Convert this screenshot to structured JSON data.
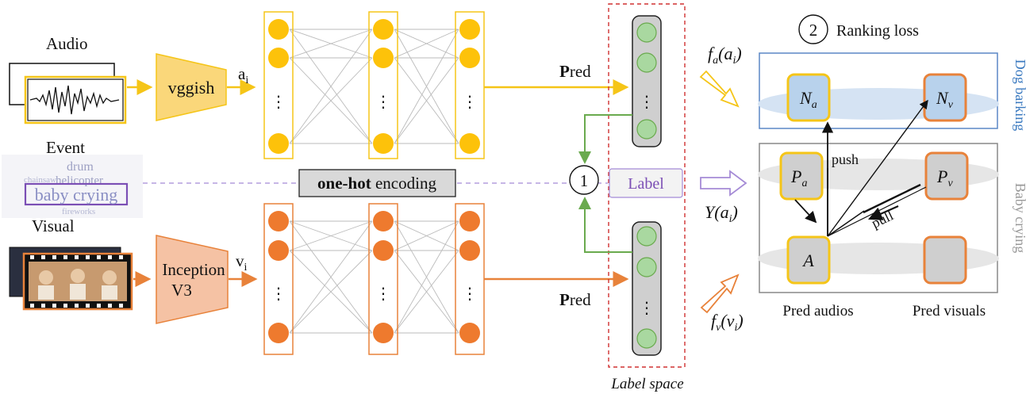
{
  "inputs": {
    "audio_label": "Audio",
    "event_label": "Event",
    "visual_label": "Visual",
    "wordcloud_main": "baby crying",
    "wordcloud_words": [
      "drum",
      "helicopter",
      "chainsaw",
      "fireworks"
    ]
  },
  "encoders": {
    "audio": "vggish",
    "visual_line1": "Inception",
    "visual_line2": "V3"
  },
  "features": {
    "audio_base": "a",
    "audio_sub": "i",
    "visual_base": "v",
    "visual_sub": "i"
  },
  "networks": {
    "ellipsis": "⋮"
  },
  "pred": {
    "bold": "P",
    "rest": "red"
  },
  "encoding": {
    "bold": "one-hot",
    "rest": " encoding"
  },
  "label_space": {
    "circle_number": "1",
    "label": "Label",
    "caption": "Label space"
  },
  "ranking": {
    "circle_number": "2",
    "title": "Ranking loss",
    "fa_func": "f",
    "fa_sub": "a",
    "fa_arg_base": "a",
    "fa_arg_sub": "i",
    "Y_func": "Y",
    "Y_arg_base": "a",
    "Y_arg_sub": "i",
    "fv_func": "f",
    "fv_sub": "v",
    "fv_arg_base": "v",
    "fv_arg_sub": "i",
    "class_top": "Dog barking",
    "class_bottom": "Baby crying",
    "Na_base": "N",
    "Na_sub": "a",
    "Nv_base": "N",
    "Nv_sub": "v",
    "Pa_base": "P",
    "Pa_sub": "a",
    "Pv_base": "P",
    "Pv_sub": "v",
    "A": "A",
    "push": "push",
    "pull": "pull",
    "pred_audios": "Pred audios",
    "pred_visuals": "Pred visuals"
  },
  "colors": {
    "audio_yellow": "#F5C518",
    "audio_fill": "#FAD77A",
    "visual_orange": "#E8823A",
    "visual_fill": "#F5C2A4",
    "green_node": "#A9D8A0",
    "blue_box": "#5B87C5",
    "purple": "#7B4FB5",
    "red_dash": "#D03030"
  }
}
